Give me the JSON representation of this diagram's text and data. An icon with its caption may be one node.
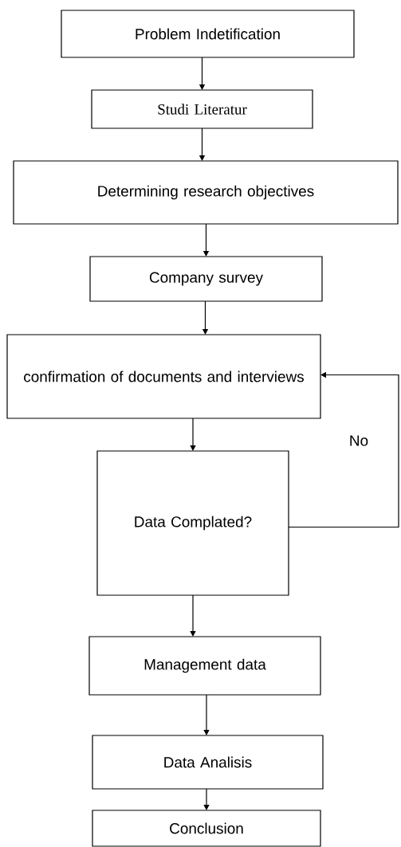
{
  "diagram": {
    "nodes": [
      {
        "text": [
          "Problem Indetification"
        ]
      },
      {
        "text": [
          "Studi Literatur"
        ]
      },
      {
        "text": [
          "Determining research objectives"
        ]
      },
      {
        "text": [
          "Company survey"
        ]
      },
      {
        "text": [
          "confirmation of documents and interviews"
        ]
      },
      {
        "text": [
          "Data Complated?"
        ]
      },
      {
        "text": [
          "Management data"
        ]
      },
      {
        "text": [
          "Data Analisis"
        ]
      },
      {
        "text": [
          "Conclusion"
        ]
      }
    ],
    "edges": [
      {
        "from": 0,
        "to": 1,
        "arrow": "to"
      },
      {
        "from": 1,
        "to": 2,
        "arrow": "to"
      },
      {
        "from": 2,
        "to": 3,
        "arrow": "to"
      },
      {
        "from": 3,
        "to": 4,
        "arrow": "to"
      },
      {
        "from": 4,
        "to": 5,
        "arrow": "to"
      },
      {
        "from": 5,
        "to": 4,
        "arrow": "to",
        "label": "No"
      },
      {
        "from": 5,
        "to": 6,
        "arrow": "to"
      },
      {
        "from": 6,
        "to": 7,
        "arrow": "to"
      },
      {
        "from": 7,
        "to": 8,
        "arrow": "to"
      }
    ]
  }
}
